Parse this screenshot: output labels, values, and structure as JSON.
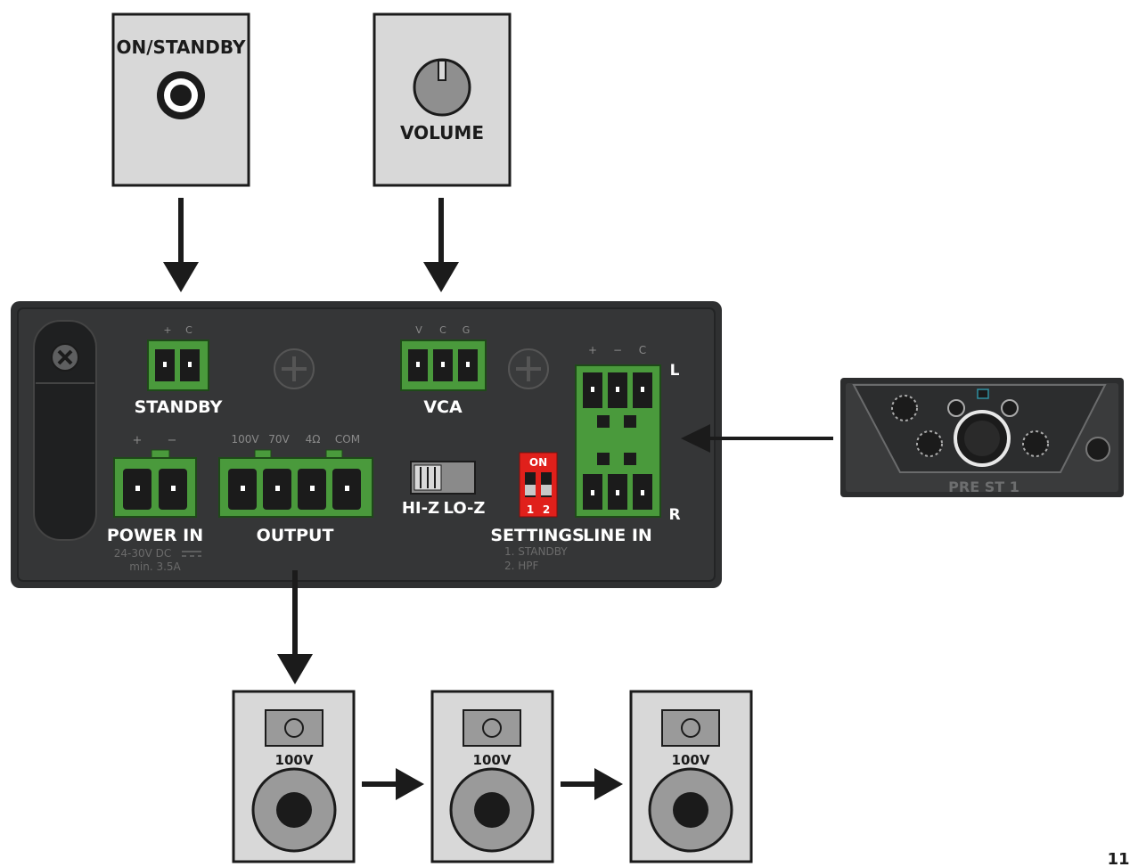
{
  "top_controls": {
    "standby_box": {
      "label": "ON/STANDBY"
    },
    "volume_box": {
      "label": "VOLUME"
    }
  },
  "amplifier": {
    "standby": {
      "label": "STANDBY",
      "pins": [
        "+",
        "C"
      ]
    },
    "vca": {
      "label": "VCA",
      "pins": [
        "V",
        "C",
        "G"
      ]
    },
    "power_in": {
      "label": "POWER IN",
      "pins": [
        "+",
        "−"
      ],
      "spec_line1": "24-30V DC",
      "spec_line2": "min. 3.5A"
    },
    "output": {
      "label": "OUTPUT",
      "pins": [
        "100V",
        "70V",
        "4Ω",
        "COM"
      ]
    },
    "impedance_switch": {
      "left": "HI-Z",
      "right": "LO-Z"
    },
    "settings": {
      "label": "SETTINGS",
      "on": "ON",
      "sw1": "1",
      "sw2": "2",
      "note1": "1. STANDBY",
      "note2": "2. HPF"
    },
    "line_in": {
      "label": "LINE IN",
      "pins": [
        "+",
        "−",
        "C"
      ],
      "left": "L",
      "right": "R"
    }
  },
  "preamp": {
    "label": "PRE ST 1"
  },
  "speakers": [
    {
      "label": "100V"
    },
    {
      "label": "100V"
    },
    {
      "label": "100V"
    }
  ],
  "page_number": "11",
  "colors": {
    "box_fill": "#d8d8d8",
    "amp_body": "#2f3031",
    "terminal_green": "#4a9a3c",
    "dip_red": "#e0201b",
    "arrow": "#1b1b1b"
  }
}
